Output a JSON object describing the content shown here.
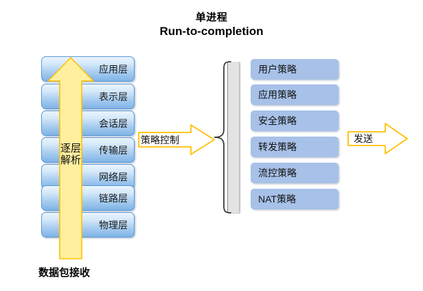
{
  "title": {
    "line1": "单进程",
    "line2": "Run-to-completion"
  },
  "osi_stack": {
    "name": "OSI protocol layer stack",
    "layers": [
      {
        "label": "应用层"
      },
      {
        "label": "表示层"
      },
      {
        "label": "会话层"
      },
      {
        "label": "传输层"
      },
      {
        "label": "网络层"
      },
      {
        "label": "链路层"
      },
      {
        "label": "物理层"
      }
    ]
  },
  "up_arrow": {
    "label": "逐层解析",
    "color": "#ffee99",
    "border": "#ffc000"
  },
  "packet_caption": {
    "label": "数据包接收"
  },
  "policy_arrow": {
    "label": "策略控制",
    "color": "#ffffff",
    "border": "#ffc000"
  },
  "policy_stack": {
    "name": "policy list",
    "items": [
      {
        "label": "用户策略"
      },
      {
        "label": "应用策略"
      },
      {
        "label": "安全策略"
      },
      {
        "label": "转发策略"
      },
      {
        "label": "流控策略"
      },
      {
        "label": "NAT策略"
      }
    ],
    "box_color": "#a7c1e8"
  },
  "send_arrow": {
    "label": "发送",
    "color": "#ffffff",
    "border": "#ffc000"
  },
  "colors": {
    "layer_gradient_top": "#eaf4fd",
    "layer_gradient_bottom": "#7fb3e6",
    "layer_border": "#5b9bd5",
    "brace": "#3a3a3a",
    "grey_bar": "#e3e3e3"
  }
}
